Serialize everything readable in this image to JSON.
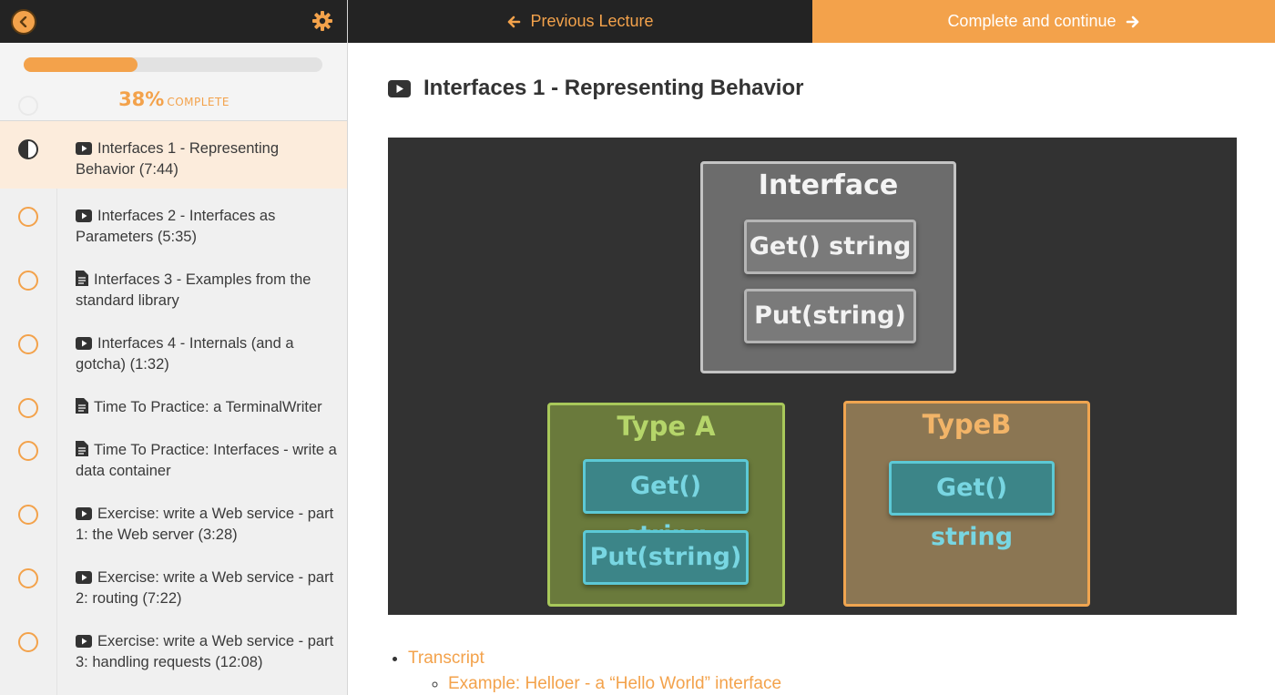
{
  "sidebar": {
    "progress": {
      "percent": 38,
      "percent_text": "38%",
      "label": "COMPLETE"
    },
    "lessons": [
      {
        "title": "Interfaces 1 - Representing Behavior",
        "duration": "(7:44)",
        "type": "video",
        "status": "in-progress",
        "active": true
      },
      {
        "title": "Interfaces 2 - Interfaces as Parameters",
        "duration": "(5:35)",
        "type": "video",
        "status": "incomplete"
      },
      {
        "title": "Interfaces 3 - Examples from the standard library",
        "duration": "",
        "type": "document",
        "status": "incomplete"
      },
      {
        "title": "Interfaces 4 - Internals (and a gotcha)",
        "duration": "(1:32)",
        "type": "video",
        "status": "incomplete"
      },
      {
        "title": "Time To Practice: a TerminalWriter",
        "duration": "",
        "type": "document",
        "status": "incomplete"
      },
      {
        "title": "Time To Practice: Interfaces - write a data container",
        "duration": "",
        "type": "document",
        "status": "incomplete"
      },
      {
        "title": "Exercise: write a Web service - part 1: the Web server",
        "duration": "(3:28)",
        "type": "video",
        "status": "incomplete"
      },
      {
        "title": "Exercise: write a Web service - part 2: routing",
        "duration": "(7:22)",
        "type": "video",
        "status": "incomplete"
      },
      {
        "title": "Exercise: write a Web service - part 3: handling requests",
        "duration": "(12:08)",
        "type": "video",
        "status": "incomplete"
      }
    ]
  },
  "nav": {
    "previous_label": "Previous Lecture",
    "next_label": "Complete and continue"
  },
  "lecture": {
    "title": "Interfaces 1 - Representing Behavior"
  },
  "video": {
    "interface_box": {
      "title": "Interface",
      "methods": [
        "Get() string",
        "Put(string)"
      ]
    },
    "type_a_box": {
      "title": "Type A",
      "methods": [
        "Get() string",
        "Put(string)"
      ]
    },
    "type_b_box": {
      "title": "TypeB",
      "methods": [
        "Get() string"
      ]
    }
  },
  "links": {
    "transcript": "Transcript",
    "example": "Example: Helloer - a “Hello World” interface"
  },
  "colors": {
    "accent": "#f3a24b",
    "dark": "#232323",
    "type_a_border": "#a8c85a",
    "type_b_border": "#f0a550",
    "teal_border": "#5cc9d6"
  }
}
